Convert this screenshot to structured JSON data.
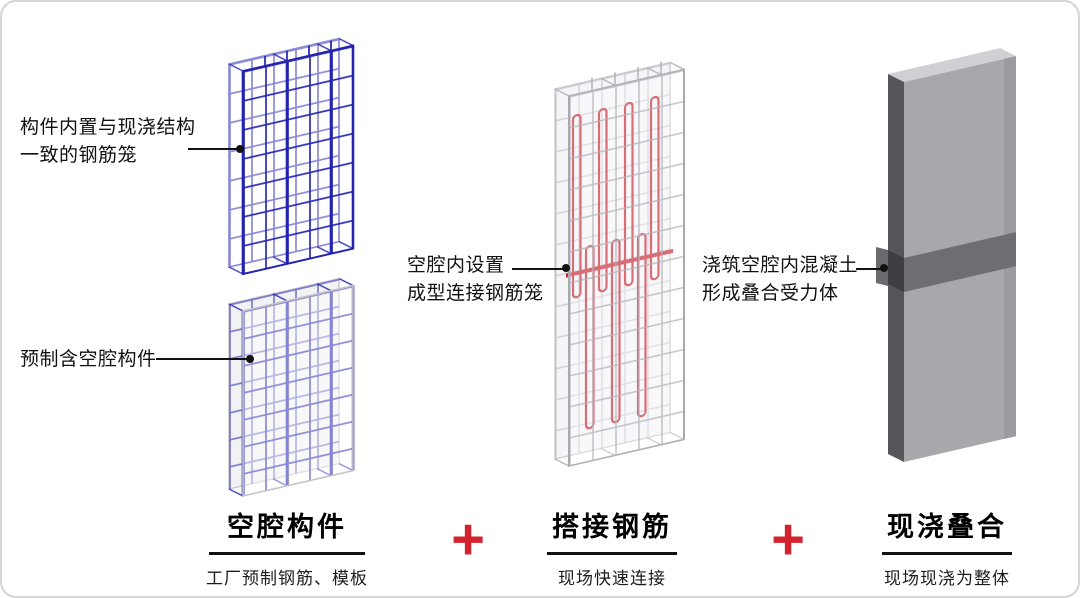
{
  "figure": {
    "annotations": {
      "cage_label": "构件内置与现浇结构\n一致的钢筋笼",
      "precast_label": "预制含空腔构件",
      "middle_label": "空腔内设置\n成型连接钢筋笼",
      "right_label": "浇筑空腔内混凝土\n形成叠合受力体"
    },
    "steps": [
      {
        "title": "空腔构件",
        "subtitle": "工厂预制钢筋、模板"
      },
      {
        "title": "搭接钢筋",
        "subtitle": "现场快速连接"
      },
      {
        "title": "现浇叠合",
        "subtitle": "现场现浇为整体"
      }
    ],
    "plus": "+",
    "colors": {
      "rebar_blue": "#2c2cb6",
      "rebar_red": "#c5202c",
      "plus_red": "#d3232e",
      "wall_gray": "#a8a8ac",
      "wall_band": "#6e6e72"
    }
  }
}
